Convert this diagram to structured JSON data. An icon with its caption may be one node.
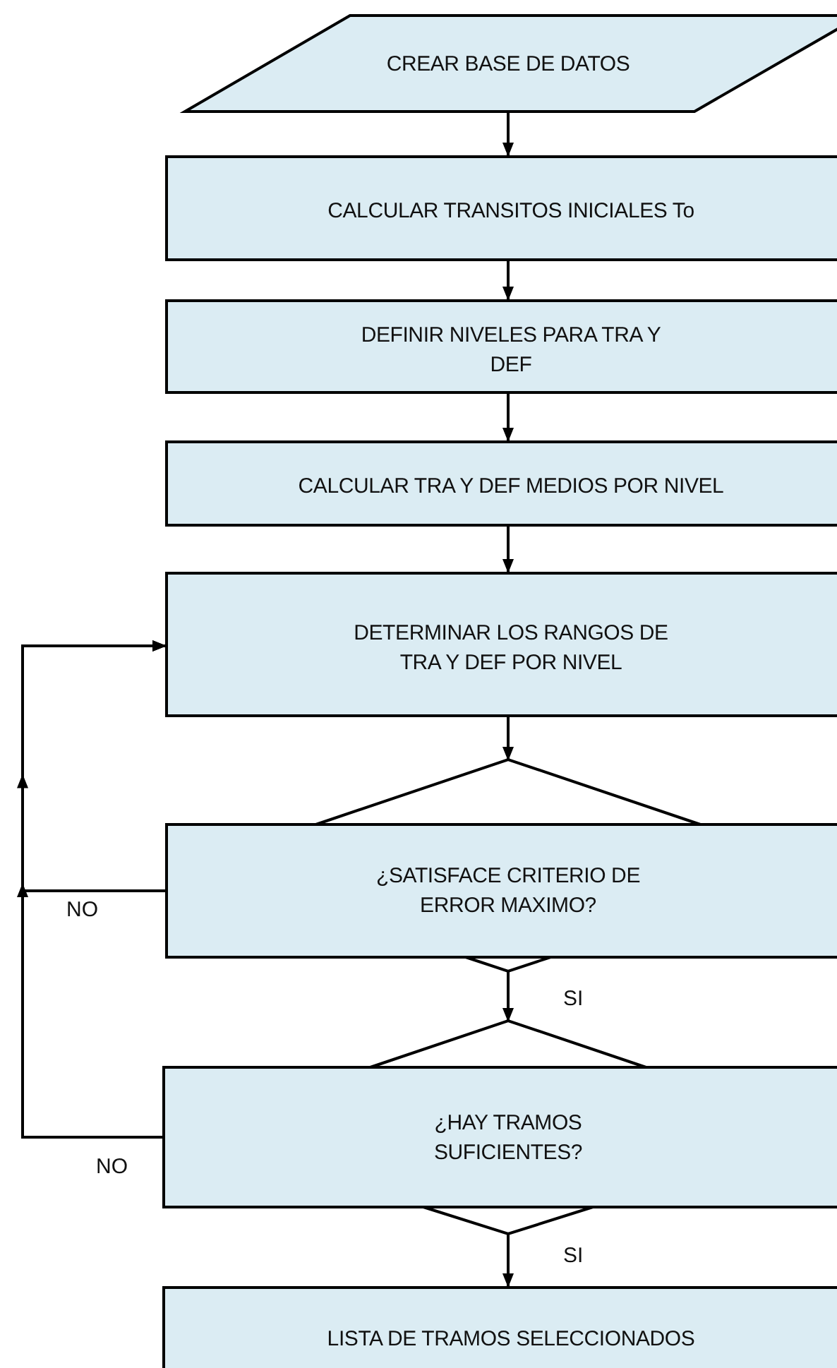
{
  "diagram": {
    "nodes": [
      {
        "text": [
          "CREAR BASE DE DATOS"
        ]
      },
      {
        "text": [
          "CALCULAR TRANSITOS INICIALES To"
        ]
      },
      {
        "text": [
          "DEFINIR NIVELES PARA TRA Y DEF"
        ]
      },
      {
        "text": [
          "CALCULAR TRA Y DEF MEDIOS POR NIVEL"
        ]
      },
      {
        "text": [
          "DETERMINAR LOS RANGOS DE TRA Y DEF POR NIVEL"
        ]
      },
      {
        "text": [
          "¿SATISFACE CRITERIO DE ERROR MAXIMO?"
        ]
      },
      {
        "text": [
          "¿HAY TRAMOS SUFICIENTES?"
        ]
      },
      {
        "text": [
          "LISTA DE TRAMOS SELECCIONADOS"
        ]
      }
    ],
    "edges": [
      {
        "from": 0,
        "to": 1,
        "arrow": "to"
      },
      {
        "from": 1,
        "to": 2,
        "arrow": "to"
      },
      {
        "from": 2,
        "to": 3,
        "arrow": "to"
      },
      {
        "from": 3,
        "to": 4,
        "arrow": "to"
      },
      {
        "from": 4,
        "to": 5,
        "arrow": "to"
      },
      {
        "from": 5,
        "to": 6,
        "arrow": "to",
        "label": "SI"
      },
      {
        "from": 6,
        "to": 7,
        "arrow": "to",
        "label": "SI"
      },
      {
        "from": 5,
        "to": 4,
        "arrow": "to",
        "label": "NO"
      },
      {
        "from": 6,
        "to": 4,
        "arrow": "to",
        "label": "NO"
      }
    ]
  }
}
